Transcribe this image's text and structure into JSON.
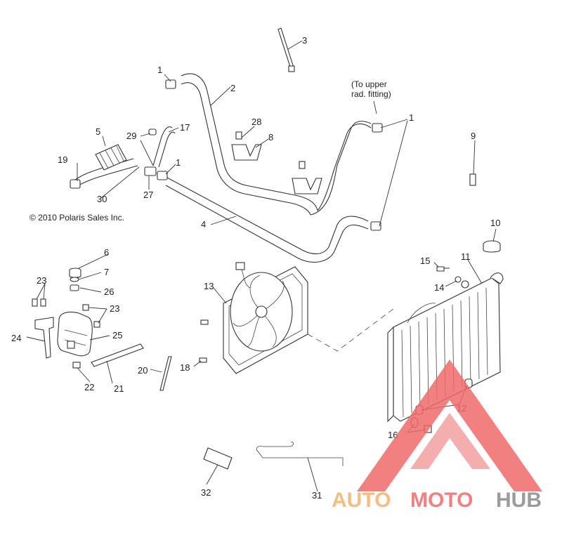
{
  "diagram": {
    "copyright": "© 2010 Polaris Sales Inc.",
    "note_line1": "(To upper",
    "note_line2": "rad. fitting)",
    "callouts": {
      "c1a": "1",
      "c1b": "1",
      "c1c": "1",
      "c2": "2",
      "c3": "3",
      "c4": "4",
      "c5": "5",
      "c6": "6",
      "c7": "7",
      "c8": "8",
      "c9": "9",
      "c10": "10",
      "c11": "11",
      "c12": "12",
      "c13": "13",
      "c14": "14",
      "c15": "15",
      "c16": "16",
      "c17": "17",
      "c18": "18",
      "c19": "19",
      "c20": "20",
      "c21": "21",
      "c22": "22",
      "c23a": "23",
      "c23b": "23",
      "c24": "24",
      "c25": "25",
      "c26": "26",
      "c27": "27",
      "c28": "28",
      "c29": "29",
      "c30": "30",
      "c31": "31",
      "c32": "32"
    }
  },
  "watermark": {
    "part1": "AUTO",
    "part2": "MOTO",
    "part3": "HUB",
    "color_orange": "#f6b26b",
    "color_red": "#f06a6a",
    "color_gray": "#8a8a8a"
  }
}
